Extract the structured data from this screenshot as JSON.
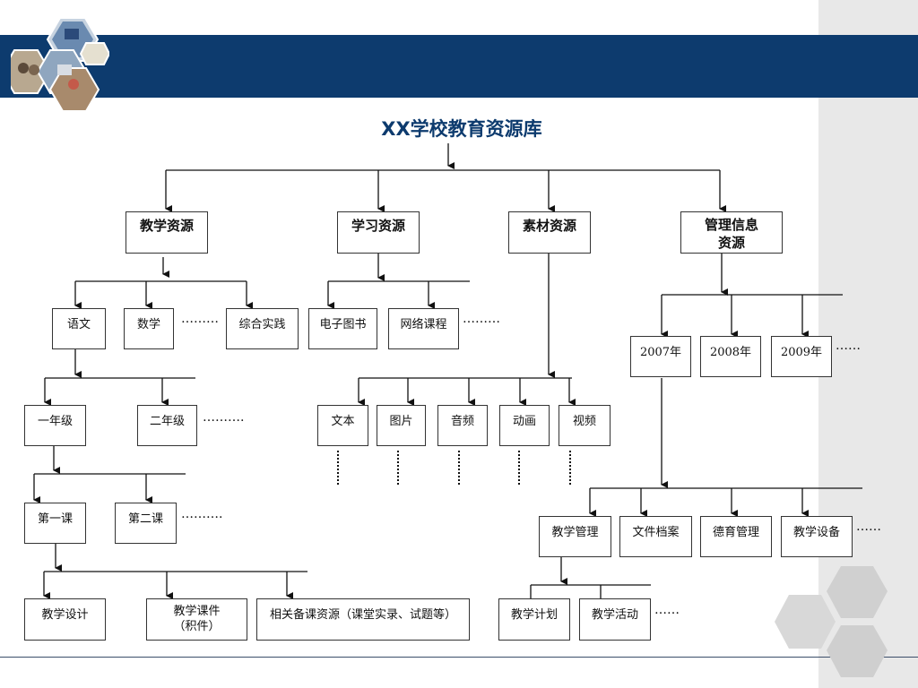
{
  "title": "XX学校教育资源库",
  "ellipsis": {
    "d1": "………",
    "d2": "………",
    "d3": "……….",
    "d4": "……….",
    "d5": "……",
    "d6": "……",
    "d7": "……"
  },
  "categories": {
    "teaching": "教学资源",
    "learning": "学习资源",
    "material": "素材资源",
    "management_l1": "管理信息",
    "management_l2": "资源"
  },
  "teaching": {
    "subjects": [
      "语文",
      "数学",
      "综合实践"
    ],
    "grades": [
      "一年级",
      "二年级"
    ],
    "lessons": [
      "第一课",
      "第二课"
    ],
    "items": {
      "design": "教学设计",
      "courseware_l1": "教学课件",
      "courseware_l2": "（积件）",
      "related": "相关备课资源（课堂实录、试题等）"
    }
  },
  "learning": {
    "items": [
      "电子图书",
      "网络课程"
    ]
  },
  "material": {
    "items": [
      "文本",
      "图片",
      "音频",
      "动画",
      "视频"
    ]
  },
  "management": {
    "years": [
      "2007年",
      "2008年",
      "2009年"
    ],
    "areas": [
      "教学管理",
      "文件档案",
      "德育管理",
      "教学设备"
    ],
    "sub": [
      "教学计划",
      "教学活动"
    ]
  }
}
